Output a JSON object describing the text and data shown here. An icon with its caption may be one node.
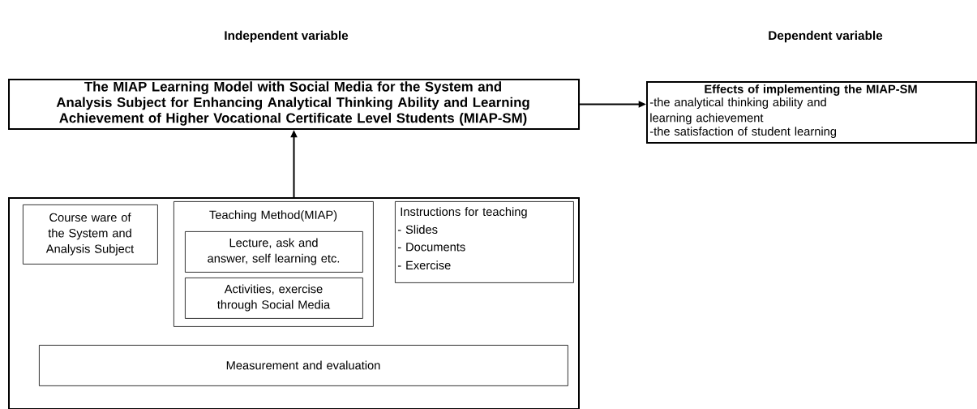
{
  "diagram": {
    "nodes": [
      {
        "text": [
          "The MIAP Learning Model  with Social Media for the System and Analysis Subject  for Enhancing Analytical Thinking Ability and  Learning Achievement of   Higher Vocational Certificate Level Students (MIAP-SM)"
        ]
      },
      {
        "text": [
          "Effects of implementing the MIAP-SM",
          "-the analytical thinking ability and  learning achievement",
          "-the satisfaction of student learning"
        ]
      },
      {
        "text": [],
        "shape": "box"
      },
      {
        "text": [
          "Course ware of the System and Analysis Subject"
        ],
        "in": 2
      },
      {
        "text": [
          "Teaching Method(MIAP)"
        ],
        "in": 2
      },
      {
        "text": [
          "Lecture, ask and answer, self learning etc."
        ],
        "in": 4
      },
      {
        "text": [
          "Activities, exercise through Social Media"
        ],
        "in": 4
      },
      {
        "text": [
          "Instructions for teaching",
          "- Slides",
          "- Documents",
          "- Exercise"
        ],
        "in": 2
      },
      {
        "text": [
          "Measurement and evaluation"
        ],
        "in": 2
      }
    ],
    "edges": [
      {
        "from": 2,
        "to": 0,
        "arrow": "to"
      },
      {
        "from": 0,
        "to": 1,
        "arrow": "to"
      }
    ],
    "labels": [
      "Independent variable",
      "Dependent variable"
    ]
  }
}
